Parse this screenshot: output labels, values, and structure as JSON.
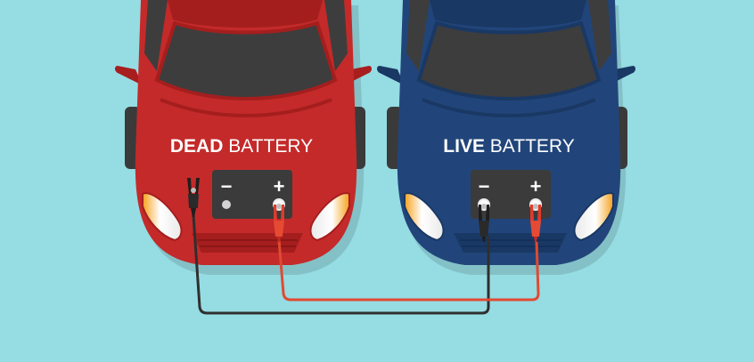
{
  "dead_car": {
    "label_strong": "DEAD",
    "label_rest": " BATTERY",
    "minus": "−",
    "plus": "+"
  },
  "live_car": {
    "label_strong": "LIVE",
    "label_rest": " BATTERY",
    "minus": "−",
    "plus": "+"
  },
  "colors": {
    "background": "#96dce3",
    "dead_car_body": "#c42a2a",
    "live_car_body": "#21457a",
    "battery": "#3b3b3b",
    "black_cable": "#2f2f2f",
    "red_cable": "#e04a32"
  }
}
